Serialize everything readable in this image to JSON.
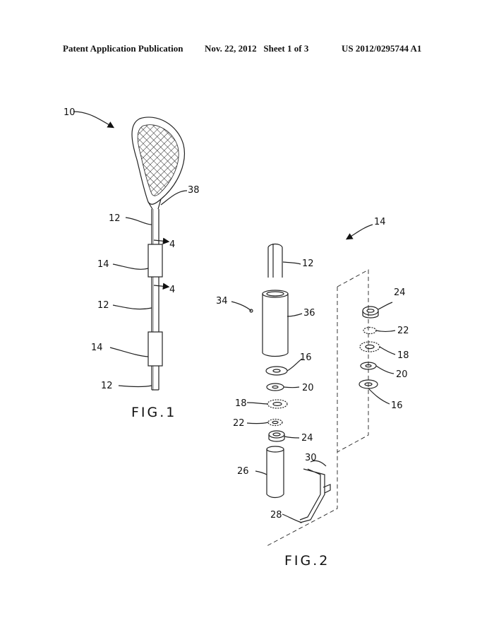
{
  "header": {
    "publication": "Patent Application Publication",
    "date_sheet": "Nov. 22, 2012   Sheet 1 of 3",
    "number": "US 2012/0295744 A1"
  },
  "figures": {
    "fig1": {
      "caption": "FIG.1",
      "labels": {
        "l10": "10",
        "l38": "38",
        "l12a": "12",
        "l4a": "4",
        "l14a": "14",
        "l4b": "4",
        "l12b": "12",
        "l14b": "14",
        "l12c": "12"
      }
    },
    "fig2": {
      "caption": "FIG.2",
      "labels": {
        "l14": "14",
        "l12": "12",
        "l34": "34",
        "l36": "36",
        "l16": "16",
        "l20": "20",
        "l18": "18",
        "l22": "22",
        "l24": "24",
        "l26": "26",
        "l30": "30",
        "l28": "28",
        "r24": "24",
        "r22": "22",
        "r18": "18",
        "r20": "20",
        "r16": "16"
      }
    }
  }
}
